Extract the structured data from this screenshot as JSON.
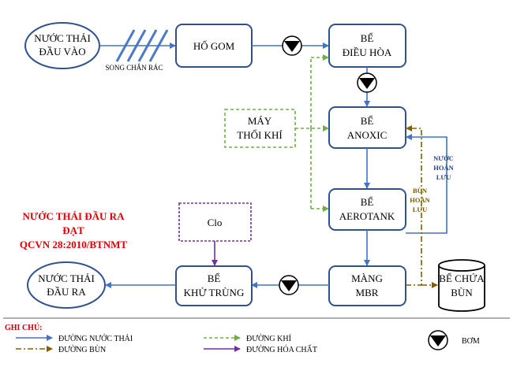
{
  "nodes": {
    "influent": [
      "NƯỚC THẢI",
      "ĐẦU VÀO"
    ],
    "screen": "SONG CHẮN RÁC",
    "collection_tank": "HỐ GOM",
    "equalization_tank": [
      "BỂ",
      "ĐIỀU HÒA"
    ],
    "blower": [
      "MÁY",
      "THỔI KHÍ"
    ],
    "anoxic_tank": [
      "BỂ",
      "ANOXIC"
    ],
    "aerotank": [
      "BỂ",
      "AEROTANK"
    ],
    "mbr": [
      "MÀNG",
      "MBR"
    ],
    "sludge_tank": [
      "BỂ CHỨA",
      "BÙN"
    ],
    "chlorine": "Clo",
    "disinfection_tank": [
      "BỂ",
      "KHỬ TRÙNG"
    ],
    "effluent": [
      "NƯỚC THẢI",
      "ĐẦU RA"
    ]
  },
  "labels": {
    "water_recycle": [
      "NƯỚC",
      "HOÀN",
      "LƯU"
    ],
    "sludge_recycle": [
      "BÙN",
      "HOÀN",
      "LƯU"
    ],
    "standard": [
      "NƯỚC THẢI ĐẦU RA",
      "ĐẠT",
      "QCVN 28:2010/BTNMT"
    ]
  },
  "legend": {
    "title": "GHI CHÚ:",
    "water_line": "ĐƯỜNG NƯỚC THẢI",
    "sludge_line": "ĐƯỜNG BÙN",
    "air_line": "ĐƯỜNG KHÍ",
    "chemical_line": "ĐƯỜNG HÓA CHẤT",
    "pump": "BƠM"
  },
  "colors": {
    "water": "#4472c4",
    "sludge": "#7f6000",
    "air": "#70ad47",
    "chemical": "#7030a0",
    "box_border": "#2f528f",
    "standard_text": "#e00000"
  }
}
